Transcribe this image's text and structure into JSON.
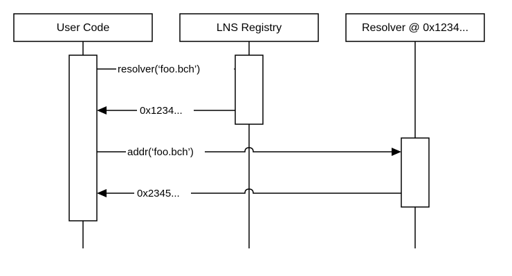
{
  "participants": [
    {
      "id": "user",
      "label": "User Code"
    },
    {
      "id": "registry",
      "label": "LNS Registry"
    },
    {
      "id": "resolver",
      "label": "Resolver @ 0x1234..."
    }
  ],
  "messages": [
    {
      "from": "user",
      "to": "registry",
      "label": "resolver(‘foo.bch’)"
    },
    {
      "from": "registry",
      "to": "user",
      "label": "0x1234..."
    },
    {
      "from": "user",
      "to": "resolver",
      "label": "addr(‘foo.bch’)"
    },
    {
      "from": "resolver",
      "to": "user",
      "label": "0x2345..."
    }
  ]
}
